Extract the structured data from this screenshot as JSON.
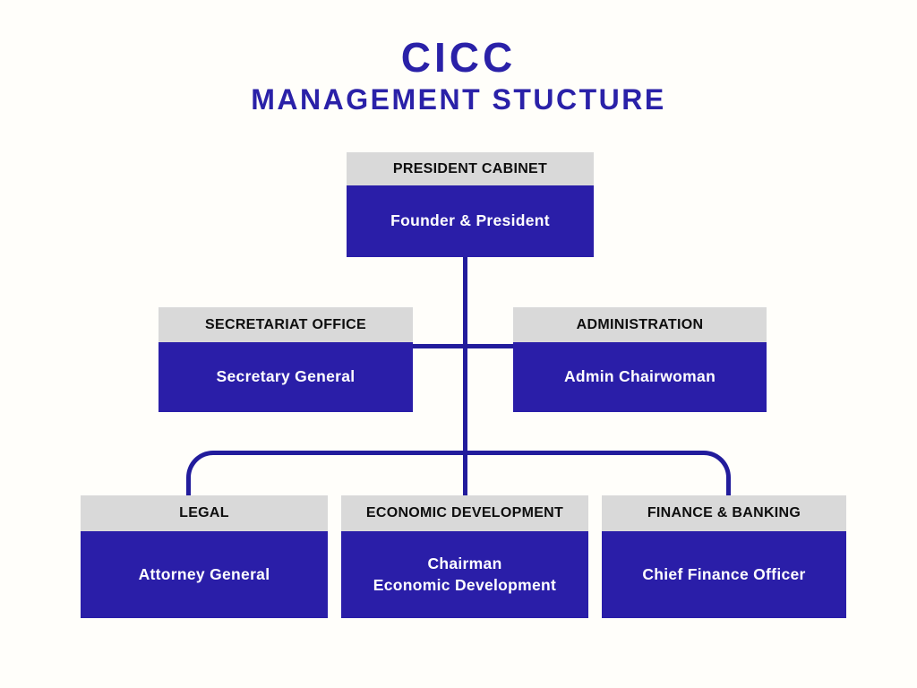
{
  "title": {
    "main": "CICC",
    "subtitle": "MANAGEMENT STUCTURE"
  },
  "colors": {
    "primary_blue": "#2a1ea8",
    "connector_blue": "#221c9c",
    "title_blue": "#2a21a8",
    "header_gray": "#d9d9d9",
    "header_text": "#0e0e0e",
    "body_text": "#ffffff",
    "background": "#fffefa"
  },
  "org_chart": {
    "nodes": [
      {
        "department": "PRESIDENT CABINET",
        "role": "Founder & President"
      },
      {
        "department": "SECRETARIAT OFFICE",
        "role": "Secretary General"
      },
      {
        "department": "ADMINISTRATION",
        "role": "Admin Chairwoman"
      },
      {
        "department": "LEGAL",
        "role": "Attorney General"
      },
      {
        "department": "ECONOMIC DEVELOPMENT",
        "role_line1": "Chairman",
        "role_line2": "Economic Development"
      },
      {
        "department": "FINANCE & BANKING",
        "role": "Chief Finance Officer"
      }
    ],
    "edges": [
      {
        "from": "PRESIDENT CABINET",
        "to": "SECRETARIAT OFFICE"
      },
      {
        "from": "PRESIDENT CABINET",
        "to": "ADMINISTRATION"
      },
      {
        "from": "PRESIDENT CABINET",
        "to": "LEGAL"
      },
      {
        "from": "PRESIDENT CABINET",
        "to": "ECONOMIC DEVELOPMENT"
      },
      {
        "from": "PRESIDENT CABINET",
        "to": "FINANCE & BANKING"
      }
    ]
  }
}
